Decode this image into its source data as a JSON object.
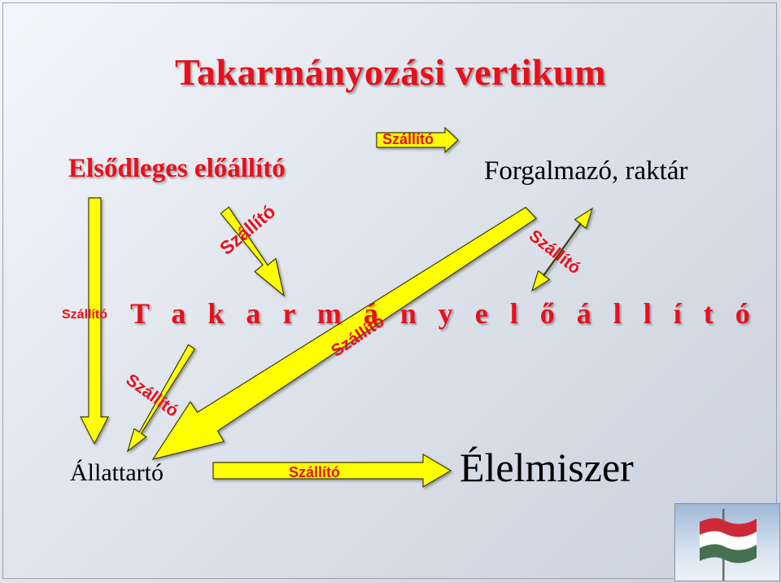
{
  "title": "Takarmányozási vertikum",
  "nodes": {
    "primary_producer": "Elsődleges előállító",
    "distributor": "Forgalmazó, raktár",
    "feed_producer": "T a k a r m á n y  e l ő á l l í t ó",
    "farmer": "Állattartó",
    "food": "Élelmiszer"
  },
  "edges": [
    {
      "label": "Szállító",
      "from": "primary_producer",
      "to": "distributor"
    },
    {
      "label": "Szállító",
      "from": "primary_producer",
      "to": "feed_producer"
    },
    {
      "label": "Szállító",
      "from": "distributor",
      "to": "feed_producer"
    },
    {
      "label": "Szállító",
      "from": "primary_producer",
      "to": "farmer"
    },
    {
      "label": "Szállító",
      "from": "distributor",
      "to": "farmer"
    },
    {
      "label": "Szállító",
      "from": "feed_producer",
      "to": "farmer"
    },
    {
      "label": "Szállító",
      "from": "farmer",
      "to": "food"
    }
  ],
  "colors": {
    "arrow_fill": "#ffff00",
    "arrow_stroke": "#3a3a00",
    "accent_red": "#e8101b",
    "flag_red": "#ce2939",
    "flag_white": "#ffffff",
    "flag_green": "#477050"
  },
  "decoration": {
    "flag": "hungarian-flag"
  }
}
